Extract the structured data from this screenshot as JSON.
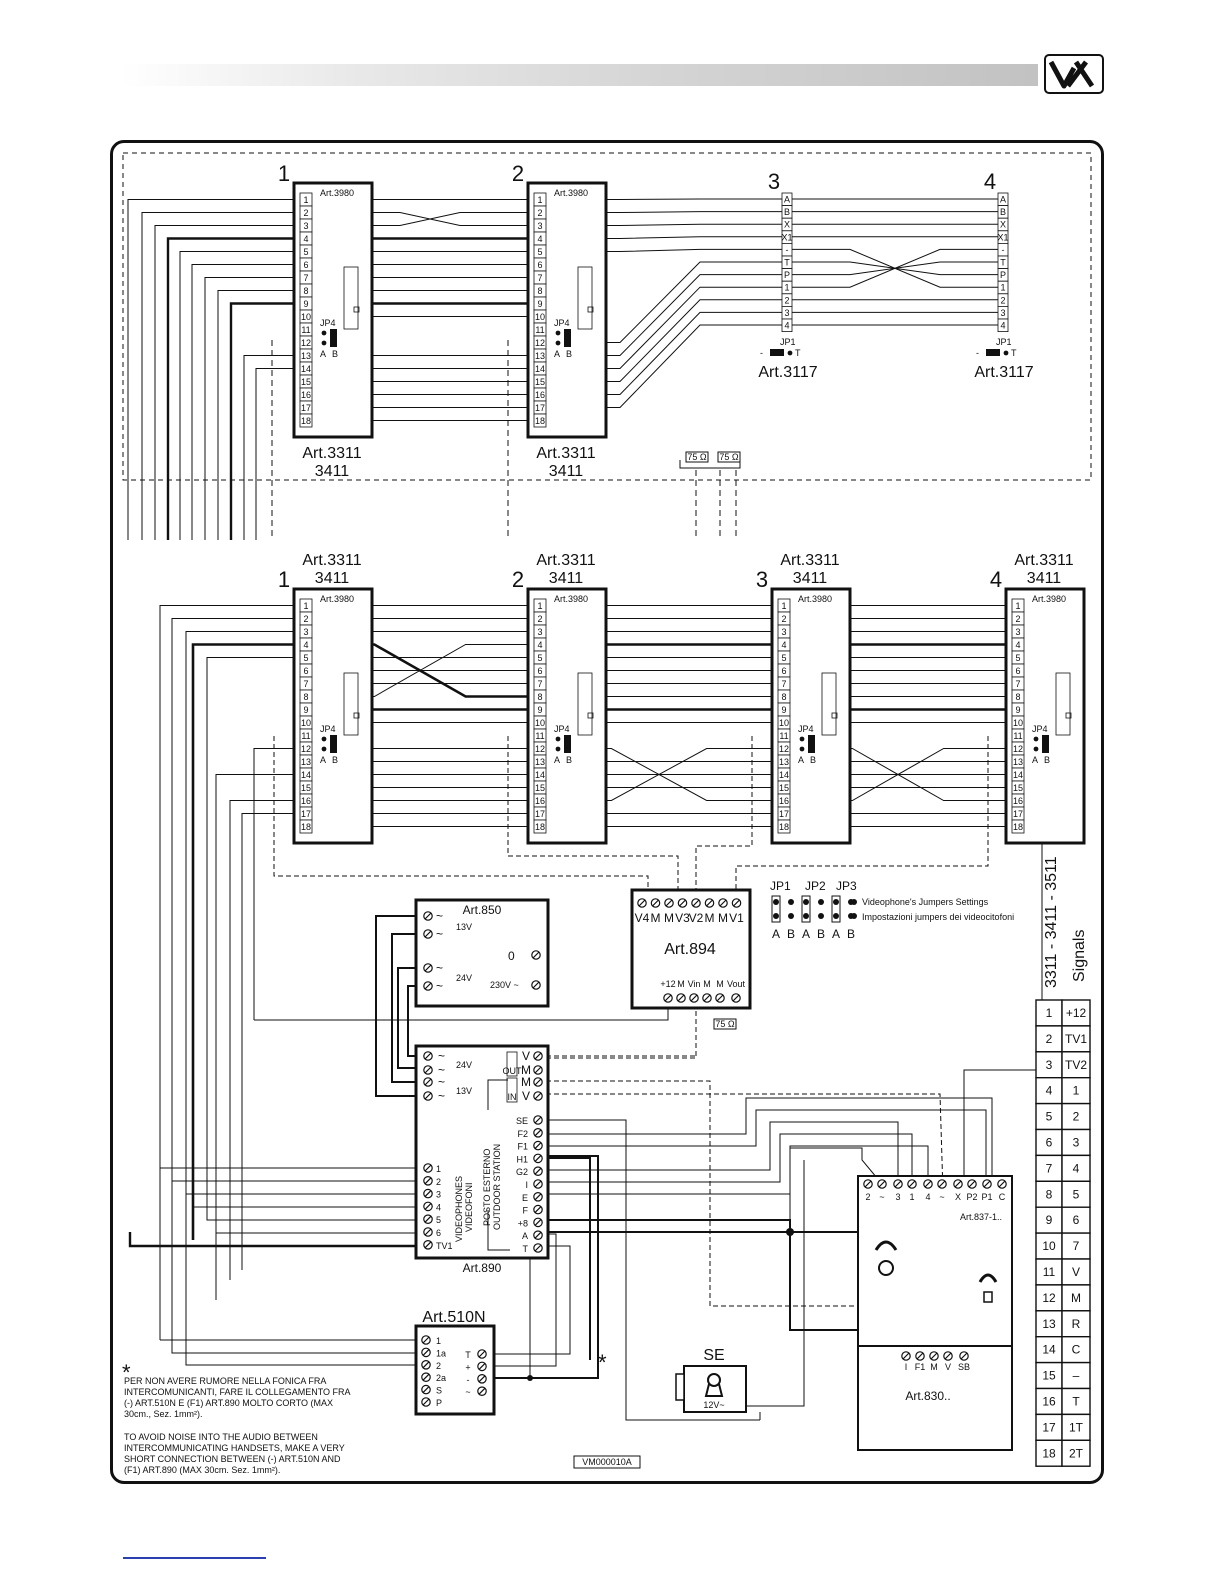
{
  "logo": {
    "text": "VX"
  },
  "upper": {
    "monitors": [
      {
        "num": "1",
        "module": "Art.3980",
        "art": "Art.3311",
        "art2": "3411"
      },
      {
        "num": "2",
        "module": "Art.3980",
        "art": "Art.3311",
        "art2": "3411"
      }
    ],
    "distributors": [
      {
        "num": "3",
        "art": "Art.3117"
      },
      {
        "num": "4",
        "art": "Art.3117"
      }
    ],
    "distributor_pins": [
      "A",
      "B",
      "X",
      "X1",
      "-",
      "T",
      "P",
      "1",
      "2",
      "3",
      "4"
    ],
    "jp1": "JP1",
    "jp4": "JP4",
    "ab": [
      "A",
      "B"
    ],
    "t": "T",
    "minus": "-",
    "resistor": "75 Ω"
  },
  "lower": {
    "monitors": [
      {
        "num": "1",
        "module": "Art.3980",
        "art": "Art.3311",
        "art2": "3411"
      },
      {
        "num": "2",
        "module": "Art.3980",
        "art": "Art.3311",
        "art2": "3411"
      },
      {
        "num": "3",
        "module": "Art.3980",
        "art": "Art.3311",
        "art2": "3411"
      },
      {
        "num": "4",
        "module": "Art.3980",
        "art": "Art.3311",
        "art2": "3411"
      }
    ]
  },
  "art894": {
    "title": "Art.894",
    "top_terms": [
      "V4",
      "M",
      "M",
      "V3",
      "V2",
      "M",
      "M",
      "V1"
    ],
    "bottom_terms": [
      "+12",
      "M",
      "Vin",
      "M",
      "M",
      "Vout"
    ],
    "jumpers": [
      "JP1",
      "JP2",
      "JP3"
    ],
    "jumper_ab": [
      "A",
      "B",
      "A",
      "B",
      "A",
      "B"
    ],
    "legend_1": "Videophone's Jumpers Settings",
    "legend_2": "Impostazioni jumpers dei videocitofoni"
  },
  "art850": {
    "title": "Art.850",
    "v13": "13V",
    "v24": "24V",
    "zero": "0",
    "mains": "230V ~"
  },
  "art890": {
    "title": "Art.890",
    "v24": "24V",
    "v13": "13V",
    "out": "OUT",
    "in": "IN",
    "out_terms": [
      "V",
      "M"
    ],
    "in_terms": [
      "M",
      "V"
    ],
    "right_terms": [
      "SE",
      "F2",
      "F1",
      "H1",
      "G2",
      "I",
      "E",
      "F",
      "+8",
      "A",
      "T"
    ],
    "left_terms": [
      "1",
      "2",
      "3",
      "4",
      "5",
      "6",
      "TV1"
    ],
    "vertical_1": "VIDEOPHONES",
    "vertical_2": "VIDEOFONI",
    "vertical_3": "POSTO ESTERNO",
    "vertical_4": "OUTDOOR STATION"
  },
  "art510": {
    "title": "Art.510N",
    "left": [
      "1",
      "1a",
      "2",
      "2a",
      "S",
      "P"
    ],
    "right": [
      "T",
      "+",
      "-",
      "~"
    ]
  },
  "art837": {
    "title": "Art.837-1..",
    "terms": [
      "2",
      "~",
      "3",
      "1",
      "4",
      "~",
      "X",
      "P2",
      "P1",
      "C"
    ]
  },
  "art830": {
    "title": "Art.830..",
    "terms": [
      "I",
      "F1",
      "M",
      "V",
      "SB"
    ]
  },
  "se": {
    "label": "SE",
    "voltage": "12V~"
  },
  "signals": {
    "title": "3311 - 3411 - 3511",
    "subtitle": "Signals",
    "rows": [
      [
        "1",
        "+12"
      ],
      [
        "2",
        "TV1"
      ],
      [
        "3",
        "TV2"
      ],
      [
        "4",
        "1"
      ],
      [
        "5",
        "2"
      ],
      [
        "6",
        "3"
      ],
      [
        "7",
        "4"
      ],
      [
        "8",
        "5"
      ],
      [
        "9",
        "6"
      ],
      [
        "10",
        "7"
      ],
      [
        "11",
        "V"
      ],
      [
        "12",
        "M"
      ],
      [
        "13",
        "R"
      ],
      [
        "14",
        "C"
      ],
      [
        "15",
        "–"
      ],
      [
        "16",
        "T"
      ],
      [
        "17",
        "1T"
      ],
      [
        "18",
        "2T"
      ]
    ]
  },
  "note": {
    "star": "*",
    "it": [
      "PER NON AVERE RUMORE NELLA FONICA FRA",
      "INTERCOMUNICANTI, FARE IL COLLEGAMENTO FRA",
      "(-) ART.510N E (F1) ART.890 MOLTO CORTO (MAX",
      "30cm., Sez. 1mm²)."
    ],
    "en": [
      "TO AVOID NOISE INTO THE AUDIO BETWEEN",
      "INTERCOMMUNICATING HANDSETS, MAKE A VERY",
      "SHORT CONNECTION BETWEEN (-) ART.510N AND",
      "(F1) ART.890 (MAX 30cm. Sez. 1mm²)."
    ]
  },
  "code": "VM000010A"
}
